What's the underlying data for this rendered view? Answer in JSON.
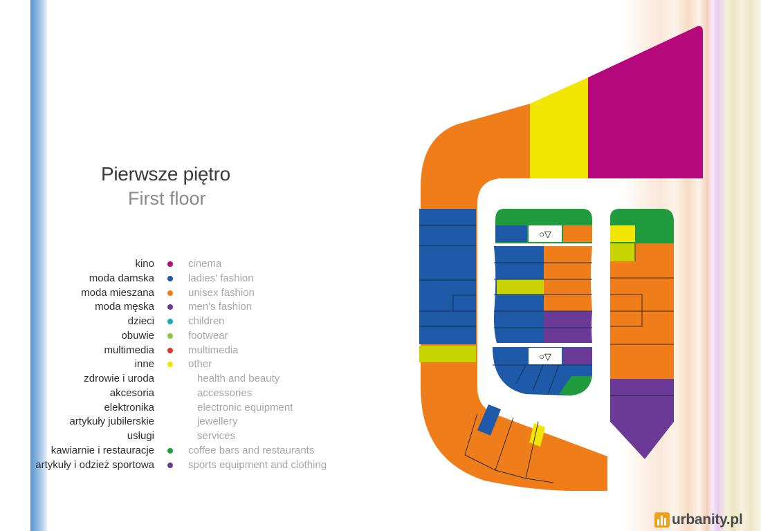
{
  "heading": {
    "polish": "Pierwsze piętro",
    "english": "First floor"
  },
  "legend": [
    {
      "pl": "kino",
      "en": "cinema",
      "color": "#b5087c"
    },
    {
      "pl": "moda damska",
      "en": "ladies' fashion",
      "color": "#1e5aa8"
    },
    {
      "pl": "moda mieszana",
      "en": "unisex fashion",
      "color": "#ef7d1a"
    },
    {
      "pl": "moda męska",
      "en": "men's fashion",
      "color": "#6a3a96"
    },
    {
      "pl": "dzieci",
      "en": "children",
      "color": "#1ca3c4"
    },
    {
      "pl": "obuwie",
      "en": "footwear",
      "color": "#8ec63f"
    },
    {
      "pl": "multimedia",
      "en": "multimedia",
      "color": "#e5322c"
    },
    {
      "pl": "inne",
      "en": "other",
      "color": "#f2e500"
    },
    {
      "pl": "zdrowie i uroda",
      "en": "health and beauty",
      "color": ""
    },
    {
      "pl": "akcesoria",
      "en": "accessories",
      "color": ""
    },
    {
      "pl": "elektronika",
      "en": "electronic equipment",
      "color": ""
    },
    {
      "pl": "artykuły jubilerskie",
      "en": "jewellery",
      "color": ""
    },
    {
      "pl": "usługi",
      "en": "services",
      "color": ""
    },
    {
      "pl": "kawiarnie i restauracje",
      "en": "coffee bars and restaurants",
      "color": "#1f9a3c"
    },
    {
      "pl": "artykuły i odzież sportowa",
      "en": "sports equipment and clothing",
      "color": "#6a3a96"
    }
  ],
  "plan_colors": {
    "cinema": "#b5087c",
    "ladies": "#1e5aa8",
    "unisex": "#ef7d1a",
    "mens": "#6a3a96",
    "other": "#f2e500",
    "lime": "#c8d300",
    "cafe": "#1f9a3c"
  },
  "plan_symbols": {
    "top_island": "○▽",
    "bottom_island": "○▽"
  },
  "watermark": "urbanity.pl"
}
